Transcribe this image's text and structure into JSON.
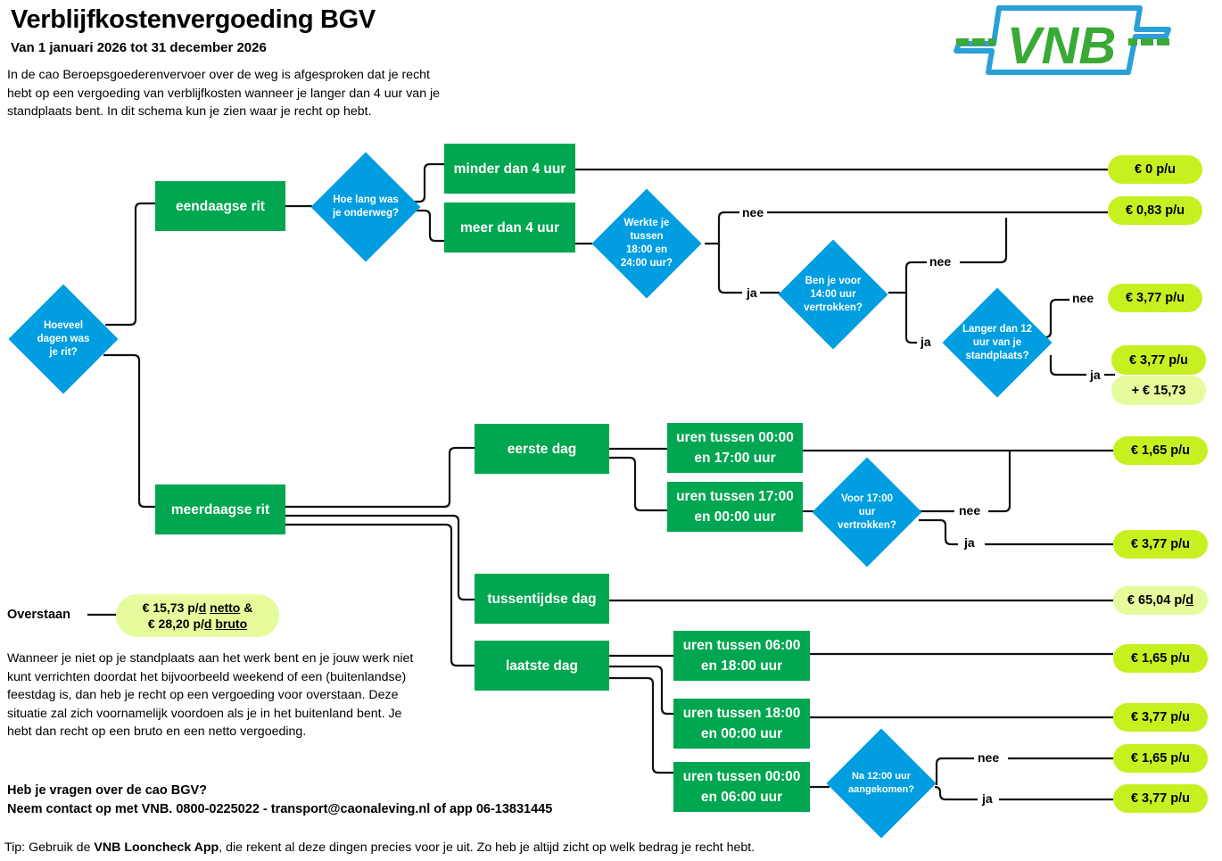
{
  "header": {
    "title": "Verblijfkostenvergoeding BGV",
    "subtitle": "Van 1 januari 2026 tot 31 december 2026",
    "intro": "In de cao Beroepsgoederenvervoer over de weg is afgesproken dat je recht hebt op een vergoeding van verblijfkosten wanneer je langer dan 4 uur van je standplaats bent. In dit schema kun je zien waar je recht op hebt."
  },
  "logo": {
    "text": "VNB",
    "colors": {
      "green": "#3aa935",
      "blue": "#2a9fd8"
    }
  },
  "colors": {
    "box": "#00a650",
    "diamond": "#009ee0",
    "pill": "#c6f020",
    "pill_light": "#e5fb9c"
  },
  "questions": {
    "days": "Hoeveel dagen was je rit?",
    "duration": "Hoe lang was je onderweg?",
    "evening": "Werkte je tussen 18:00 en 24:00 uur?",
    "before14": "Ben je voor 14:00 uur vertrokken?",
    "longer12": "Langer dan 12 uur van je standplaats?",
    "before17": "Voor 17:00 uur vertrokken?",
    "after12": "Na 12:00 uur aangekomen?"
  },
  "boxes": {
    "eendaagse": "eendaagse rit",
    "meerdaagse": "meerdaagse rit",
    "minder4": "minder dan 4 uur",
    "meer4": "meer dan 4 uur",
    "eerste_dag": "eerste dag",
    "tussentijdse_dag": "tussentijdse dag",
    "laatste_dag": "laatste dag",
    "eerste_00_17": "uren tussen 00:00 en 17:00 uur",
    "eerste_17_00": "uren tussen 17:00 en 00:00 uur",
    "laatste_06_18": "uren tussen 06:00 en 18:00 uur",
    "laatste_18_00": "uren tussen 18:00 en 00:00 uur",
    "laatste_00_06": "uren tussen 00:00 en 06:00 uur"
  },
  "answers": {
    "yes": "ja",
    "no": "nee"
  },
  "results": {
    "r_0": "€ 0 p/u",
    "r_083": "€  0,83 p/u",
    "r_377_a": "€  3,77 p/u",
    "r_377_b": "€  3,77 p/u",
    "r_plus": "+ €  15,73",
    "r_165_a": "€ 1,65 p/u",
    "r_377_c": "€ 3,77 p/u",
    "r_6504_amount": "€ 65,04 p/",
    "r_6504_unit": "d",
    "r_165_b": "€ 1,65 p/u",
    "r_377_d": "€ 3,77 p/u",
    "r_165_c": "€ 1,65 p/u",
    "r_377_e": "€ 3,77 p/u"
  },
  "overstaan": {
    "label": "Overstaan",
    "line1_amount": "€  15,73 p/",
    "line1_unit": "d",
    "line1_type": "netto",
    "line1_amp": " &",
    "line2_amount": "€ 28,20 p/",
    "line2_unit": "d",
    "line2_type": "bruto",
    "text": "Wanneer je niet op je standplaats aan het werk bent en je jouw werk niet kunt verrichten doordat het bijvoorbeeld weekend of een (buitenlandse) feestdag is, dan heb je recht op een vergoeding voor overstaan. Deze situatie zal zich voornamelijk voordoen als je in het buitenland bent. Je hebt dan recht op een bruto en een netto vergoeding."
  },
  "contact": {
    "question": "Heb je vragen over de cao BGV?",
    "details": "Neem contact op met VNB. 0800-0225022 - transport@caonaleving.nl of app 06-13831445"
  },
  "tip": {
    "prefix": "Tip: Gebruik de ",
    "app": "VNB Looncheck App",
    "suffix": ", die rekent al deze dingen precies voor je uit. Zo heb  je altijd zicht op welk bedrag je recht hebt."
  }
}
